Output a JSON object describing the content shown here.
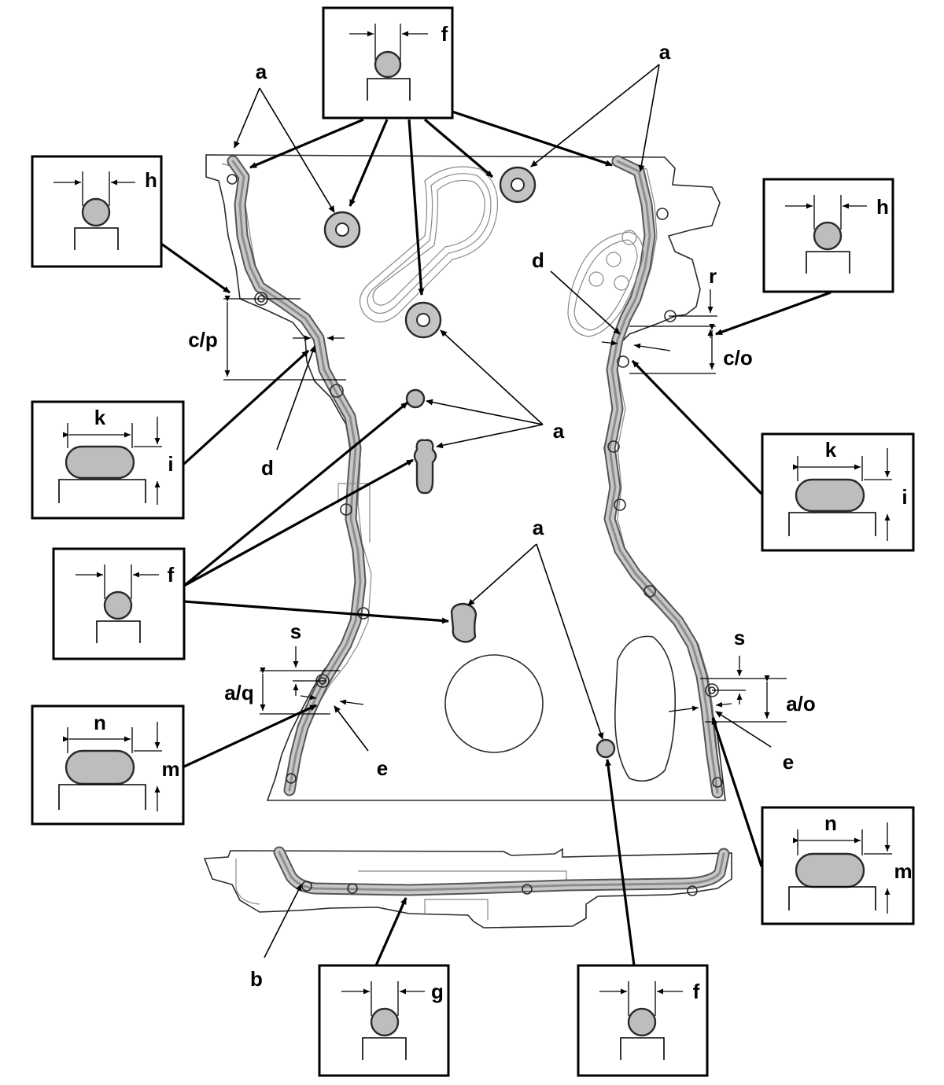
{
  "diagram": {
    "callout_labels": {
      "a_top_left": "a",
      "a_top_right": "a",
      "a_middle": "a",
      "a_lower": "a",
      "b": "b",
      "d_left": "d",
      "d_right": "d",
      "e_left": "e",
      "e_right": "e"
    },
    "dimension_labels": {
      "c_p": "c/p",
      "c_o": "c/o",
      "a_q": "a/q",
      "a_o": "a/o",
      "r": "r",
      "s_left": "s",
      "s_right": "s"
    },
    "detail_boxes": {
      "top_f": {
        "width_label": "f"
      },
      "left_h": {
        "width_label": "h"
      },
      "right_h": {
        "width_label": "h"
      },
      "left_k": {
        "width_label": "k",
        "height_label": "i"
      },
      "right_k": {
        "width_label": "k",
        "height_label": "i"
      },
      "left_f": {
        "width_label": "f"
      },
      "left_n": {
        "width_label": "n",
        "height_label": "m"
      },
      "right_n": {
        "width_label": "n",
        "height_label": "m"
      },
      "bottom_g": {
        "width_label": "g"
      },
      "bottom_f": {
        "width_label": "f"
      }
    }
  }
}
